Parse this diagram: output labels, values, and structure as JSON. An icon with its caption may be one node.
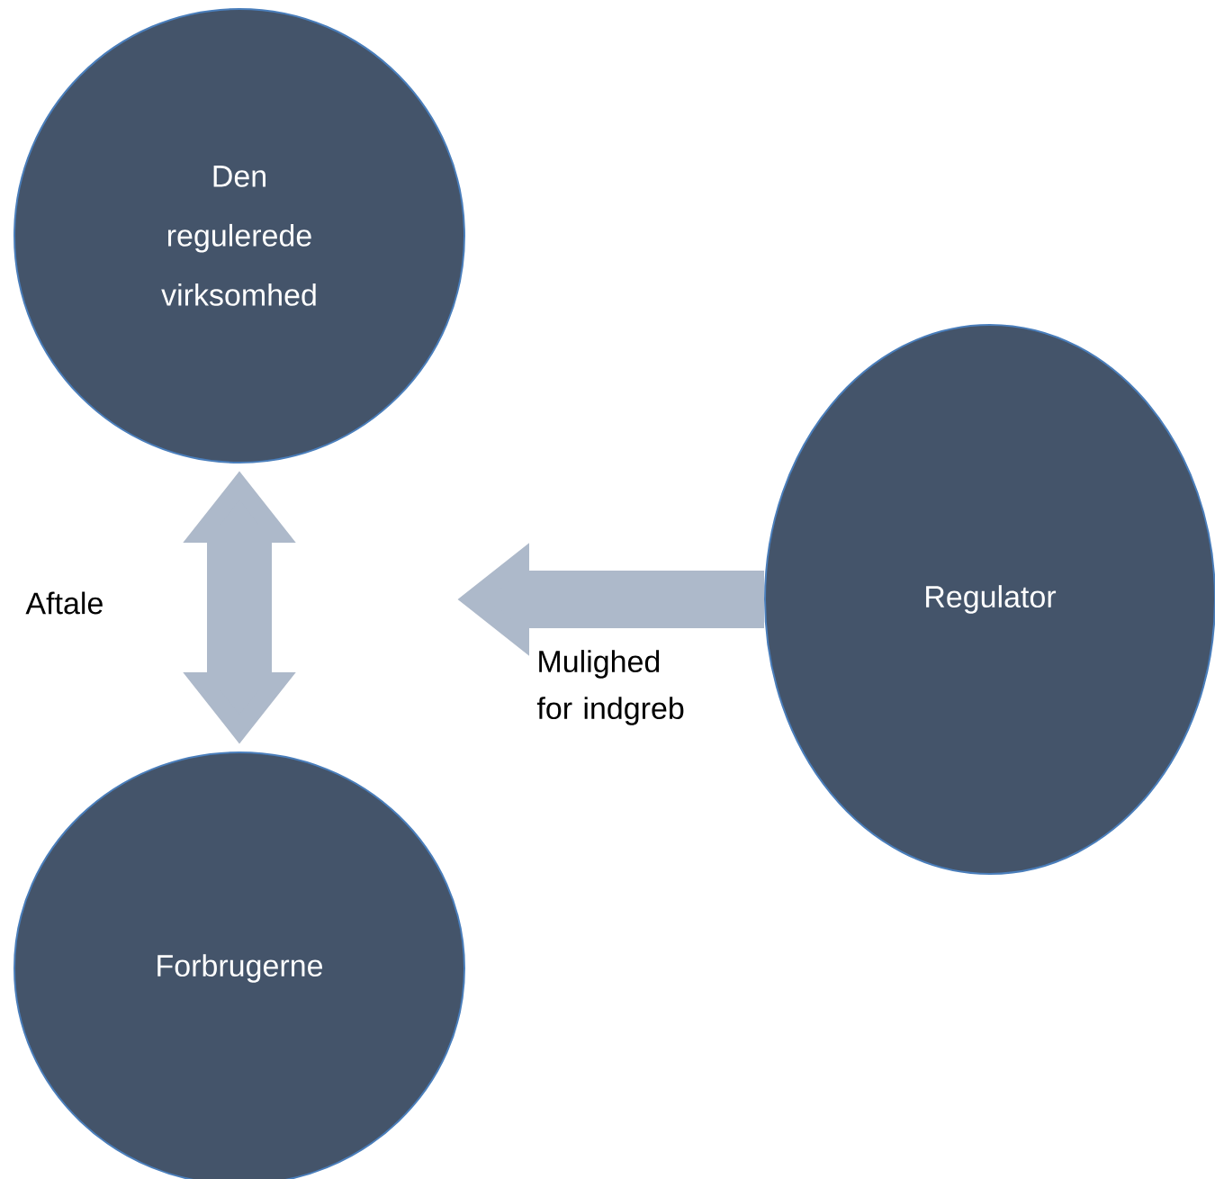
{
  "diagram": {
    "nodes": [
      {
        "text": [
          "Den regulerede virksomhed"
        ]
      },
      {
        "text": [
          "Forbrugerne"
        ]
      },
      {
        "text": [
          "Regulator"
        ]
      }
    ],
    "edges": [
      {
        "from": 0,
        "to": 1,
        "arrow": "both",
        "label": "Aftale"
      },
      {
        "from": 2,
        "to": null,
        "arrow": "to",
        "label": "Mulighed for indgreb"
      }
    ]
  }
}
